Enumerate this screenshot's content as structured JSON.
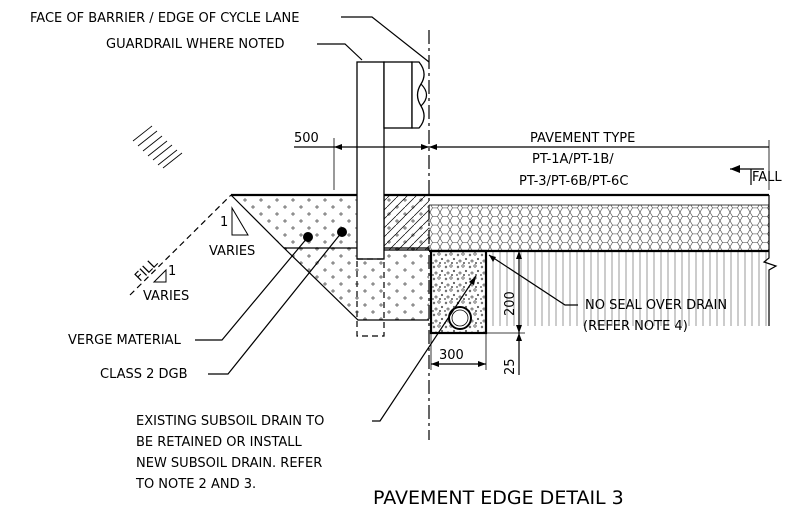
{
  "drawing": {
    "title": "PAVEMENT EDGE DETAIL 3",
    "callouts": {
      "barrier_face": "FACE OF BARRIER / EDGE OF CYCLE LANE",
      "guardrail": "GUARDRAIL WHERE NOTED",
      "verge": "VERGE MATERIAL",
      "class2": "CLASS 2 DGB",
      "subsoil_line1": "EXISTING SUBSOIL DRAIN TO",
      "subsoil_line2": "BE RETAINED OR INSTALL",
      "subsoil_line3": "NEW SUBSOIL DRAIN. REFER",
      "subsoil_line4": "TO NOTE 2 AND 3.",
      "no_seal": "NO SEAL OVER DRAIN",
      "refer_note": "(REFER NOTE 4)"
    },
    "pavement": {
      "heading": "PAVEMENT TYPE",
      "types_line1": "PT-1A/PT-1B/",
      "types_line2": "PT-3/PT-6B/PT-6C",
      "fall": "FALL"
    },
    "dimensions": {
      "offset": "500",
      "drain_depth": "200",
      "drain_width": "300",
      "drain_cover": "25"
    },
    "slopes": {
      "cut_ratio": "1",
      "cut_varies": "VARIES",
      "fill_label": "FILL",
      "fill_ratio": "1",
      "fill_varies": "VARIES"
    }
  }
}
